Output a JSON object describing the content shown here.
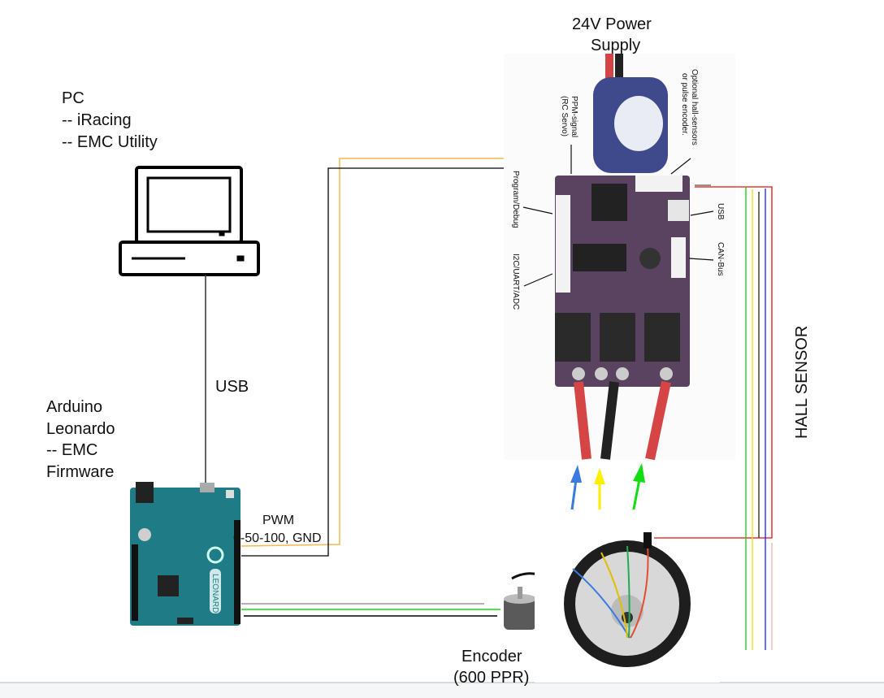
{
  "pc": {
    "lines": [
      "PC",
      "-- iRacing",
      "-- EMC Utility"
    ]
  },
  "usb_link_label": "USB",
  "arduino": {
    "lines": [
      "Arduino",
      "Leonardo",
      "-- EMC",
      "Firmware"
    ],
    "board_text": "LEONARDO"
  },
  "pwm": {
    "line1": "PWM",
    "line2": "0-50-100, GND"
  },
  "power": {
    "line1": "24V Power",
    "line2": "Supply"
  },
  "esc_labels": {
    "ppm_1": "PPM-signal",
    "ppm_2": "(RC Servo)",
    "hall_1": "Optional hall-sensors",
    "hall_2": "or pulse encoder.",
    "program": "Program/Debug",
    "i2c": "I2C/UART/ADC",
    "usb": "USB",
    "can": "CAN-Bus"
  },
  "hall_sensor_label": "HALL SENSOR",
  "encoder": {
    "line1": "Encoder",
    "line2": "(600 PPR)"
  },
  "colors": {
    "pwm_wire": "#f5a623",
    "arduino_teal": "#1f7c86",
    "esc_board": "#5a4360",
    "phase_blue": "#3a7be0",
    "phase_yellow": "#ffee00",
    "phase_green": "#11dd11",
    "hall_red": "#e01010",
    "hall_blue": "#1a1aff"
  }
}
